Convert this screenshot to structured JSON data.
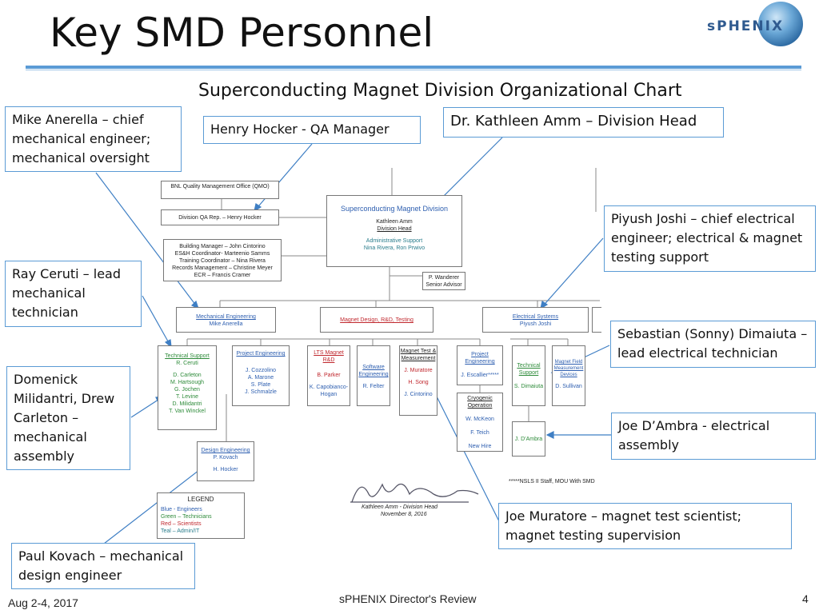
{
  "slide": {
    "title": "Key SMD Personnel",
    "subtitle": "Superconducting Magnet Division Organizational Chart",
    "logo_text": "sPHENIX"
  },
  "callouts": {
    "anerella": "Mike Anerella – chief mechanical engineer; mechanical oversight",
    "hocker": "Henry Hocker  - QA Manager",
    "amm": "Dr. Kathleen Amm – Division Head",
    "joshi": "Piyush Joshi – chief electrical engineer; electrical & magnet testing support",
    "ceruti": "Ray Ceruti – lead mechanical technician",
    "dimaiuta": "Sebastian (Sonny) Dimaiuta – lead electrical technician",
    "milidantri": "Domenick Milidantri, Drew Carleton – mechanical assembly",
    "dambra": "Joe D’Ambra - electrical assembly",
    "muratore": "Joe Muratore – magnet test scientist; magnet testing supervision",
    "kovach": "Paul Kovach – mechanical design engineer"
  },
  "org_chart": {
    "qmo": "BNL Quality Management Office (QMO)",
    "qa_rep": "Division QA Rep. – Henry Hocker",
    "facilities": [
      "Building Manager – John Cintorino",
      "ES&H Coordinator- Marteenio Samms",
      "Training Coordinator – Nina Rivera",
      "Records Management – Christine Meyer",
      "ECR – Francis Cramer"
    ],
    "head_title": "Superconducting Magnet Division",
    "head_name": "Kathleen Amm",
    "head_role": "Division Head",
    "admin_support": "Administrative Support",
    "admin_names": "Nina Rivera, Ron Prwivo",
    "advisor_name": "P. Wanderer",
    "advisor_role": "Senior Advisor",
    "mech_title": "Mechanical Engineering",
    "mech_head": "Mike Anerella",
    "mdrd_title": "Magnet Design, R&D, Testing",
    "elec_title": "Electrical Systems",
    "elec_head": "Piyush Joshi",
    "tech_support_title": "Technical Support",
    "tech_support_lead": "R. Ceruti",
    "tech_support_members": [
      "D. Carleton",
      "M. Hartsough",
      "G. Jochen",
      "T. Levine",
      "D. Milidantri",
      "T. Van Winckel"
    ],
    "proj_eng_title": "Project Engineering",
    "proj_eng_members": [
      "J. Cozzolino",
      "A. Marone",
      "S. Plate",
      "J. Schmalzle"
    ],
    "lts_title": "LTS Magnet R&D",
    "lts_members": [
      "B. Parker",
      "K. Capobianco-Hogan"
    ],
    "soft_eng_title": "Software Engineering",
    "soft_eng_member": "R. Felter",
    "magtest_title": "Magnet Test & Measurement",
    "magtest_members": [
      "J. Muratore",
      "H. Song",
      "J. Cintorino"
    ],
    "e_proj_eng_title": "Project Engineering",
    "e_proj_eng_member": "J. Escallier*****",
    "e_tech_title": "Technical Support",
    "e_tech_member": "S. Dimaiuta",
    "mfm_title": "Magnet Field Measurement Devices",
    "mfm_member": "D. Sullivan",
    "cryo_title": "Cryogenic Operation",
    "cryo_members": [
      "W. McKeon",
      "F. Teich",
      "New Hire"
    ],
    "dambra_box": "J. D'Ambra",
    "design_eng_title": "Design Engineering",
    "design_eng_members": [
      "P. Kovach",
      "H. Hocker"
    ],
    "note": "*****NSLS II Staff, MOU With SMD",
    "legend_title": "LEGEND",
    "legend_items": [
      "Blue - Engineers",
      "Green – Technicians",
      "Red – Scientists",
      "Teal – Admin/IT"
    ],
    "signature_name": "Kathleen Amm - Division Head",
    "signature_date": "November 8, 2016"
  },
  "footer": {
    "date": "Aug 2-4, 2017",
    "center": "sPHENIX Director's Review",
    "page": "4"
  },
  "colors": {
    "accent": "#5b9bd5",
    "teal": "#2a7d8c",
    "blue": "#2e5fb0",
    "red": "#c0272d",
    "green": "#2e8b3a"
  }
}
